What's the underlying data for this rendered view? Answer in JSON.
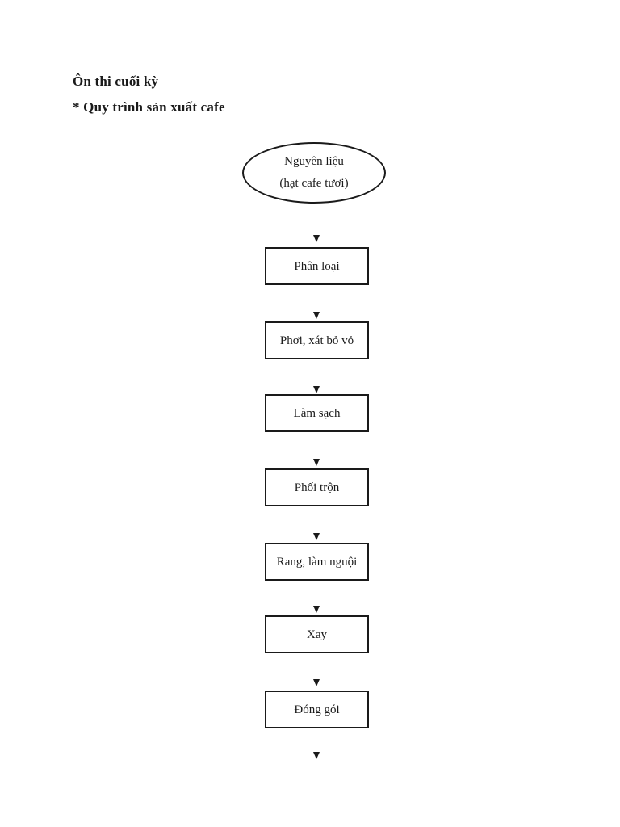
{
  "document": {
    "title": "Ôn thi cuối kỳ",
    "subtitle": "* Quy trình sản xuất cafe"
  },
  "flowchart": {
    "type": "flowchart",
    "direction": "top-down",
    "start_node": {
      "shape": "ellipse",
      "line1": "Nguyên liệu",
      "line2": "(hạt cafe tươi)"
    },
    "steps": [
      {
        "label": "Phân loại"
      },
      {
        "label": "Phơi, xát bỏ vỏ"
      },
      {
        "label": "Làm sạch"
      },
      {
        "label": "Phối trộn"
      },
      {
        "label": "Rang, làm nguội"
      },
      {
        "label": "Xay"
      },
      {
        "label": "Đóng gói"
      }
    ],
    "colors": {
      "stroke": "#1a1a1a",
      "text": "#1a1a1a",
      "page_background": "#ffffff"
    }
  }
}
